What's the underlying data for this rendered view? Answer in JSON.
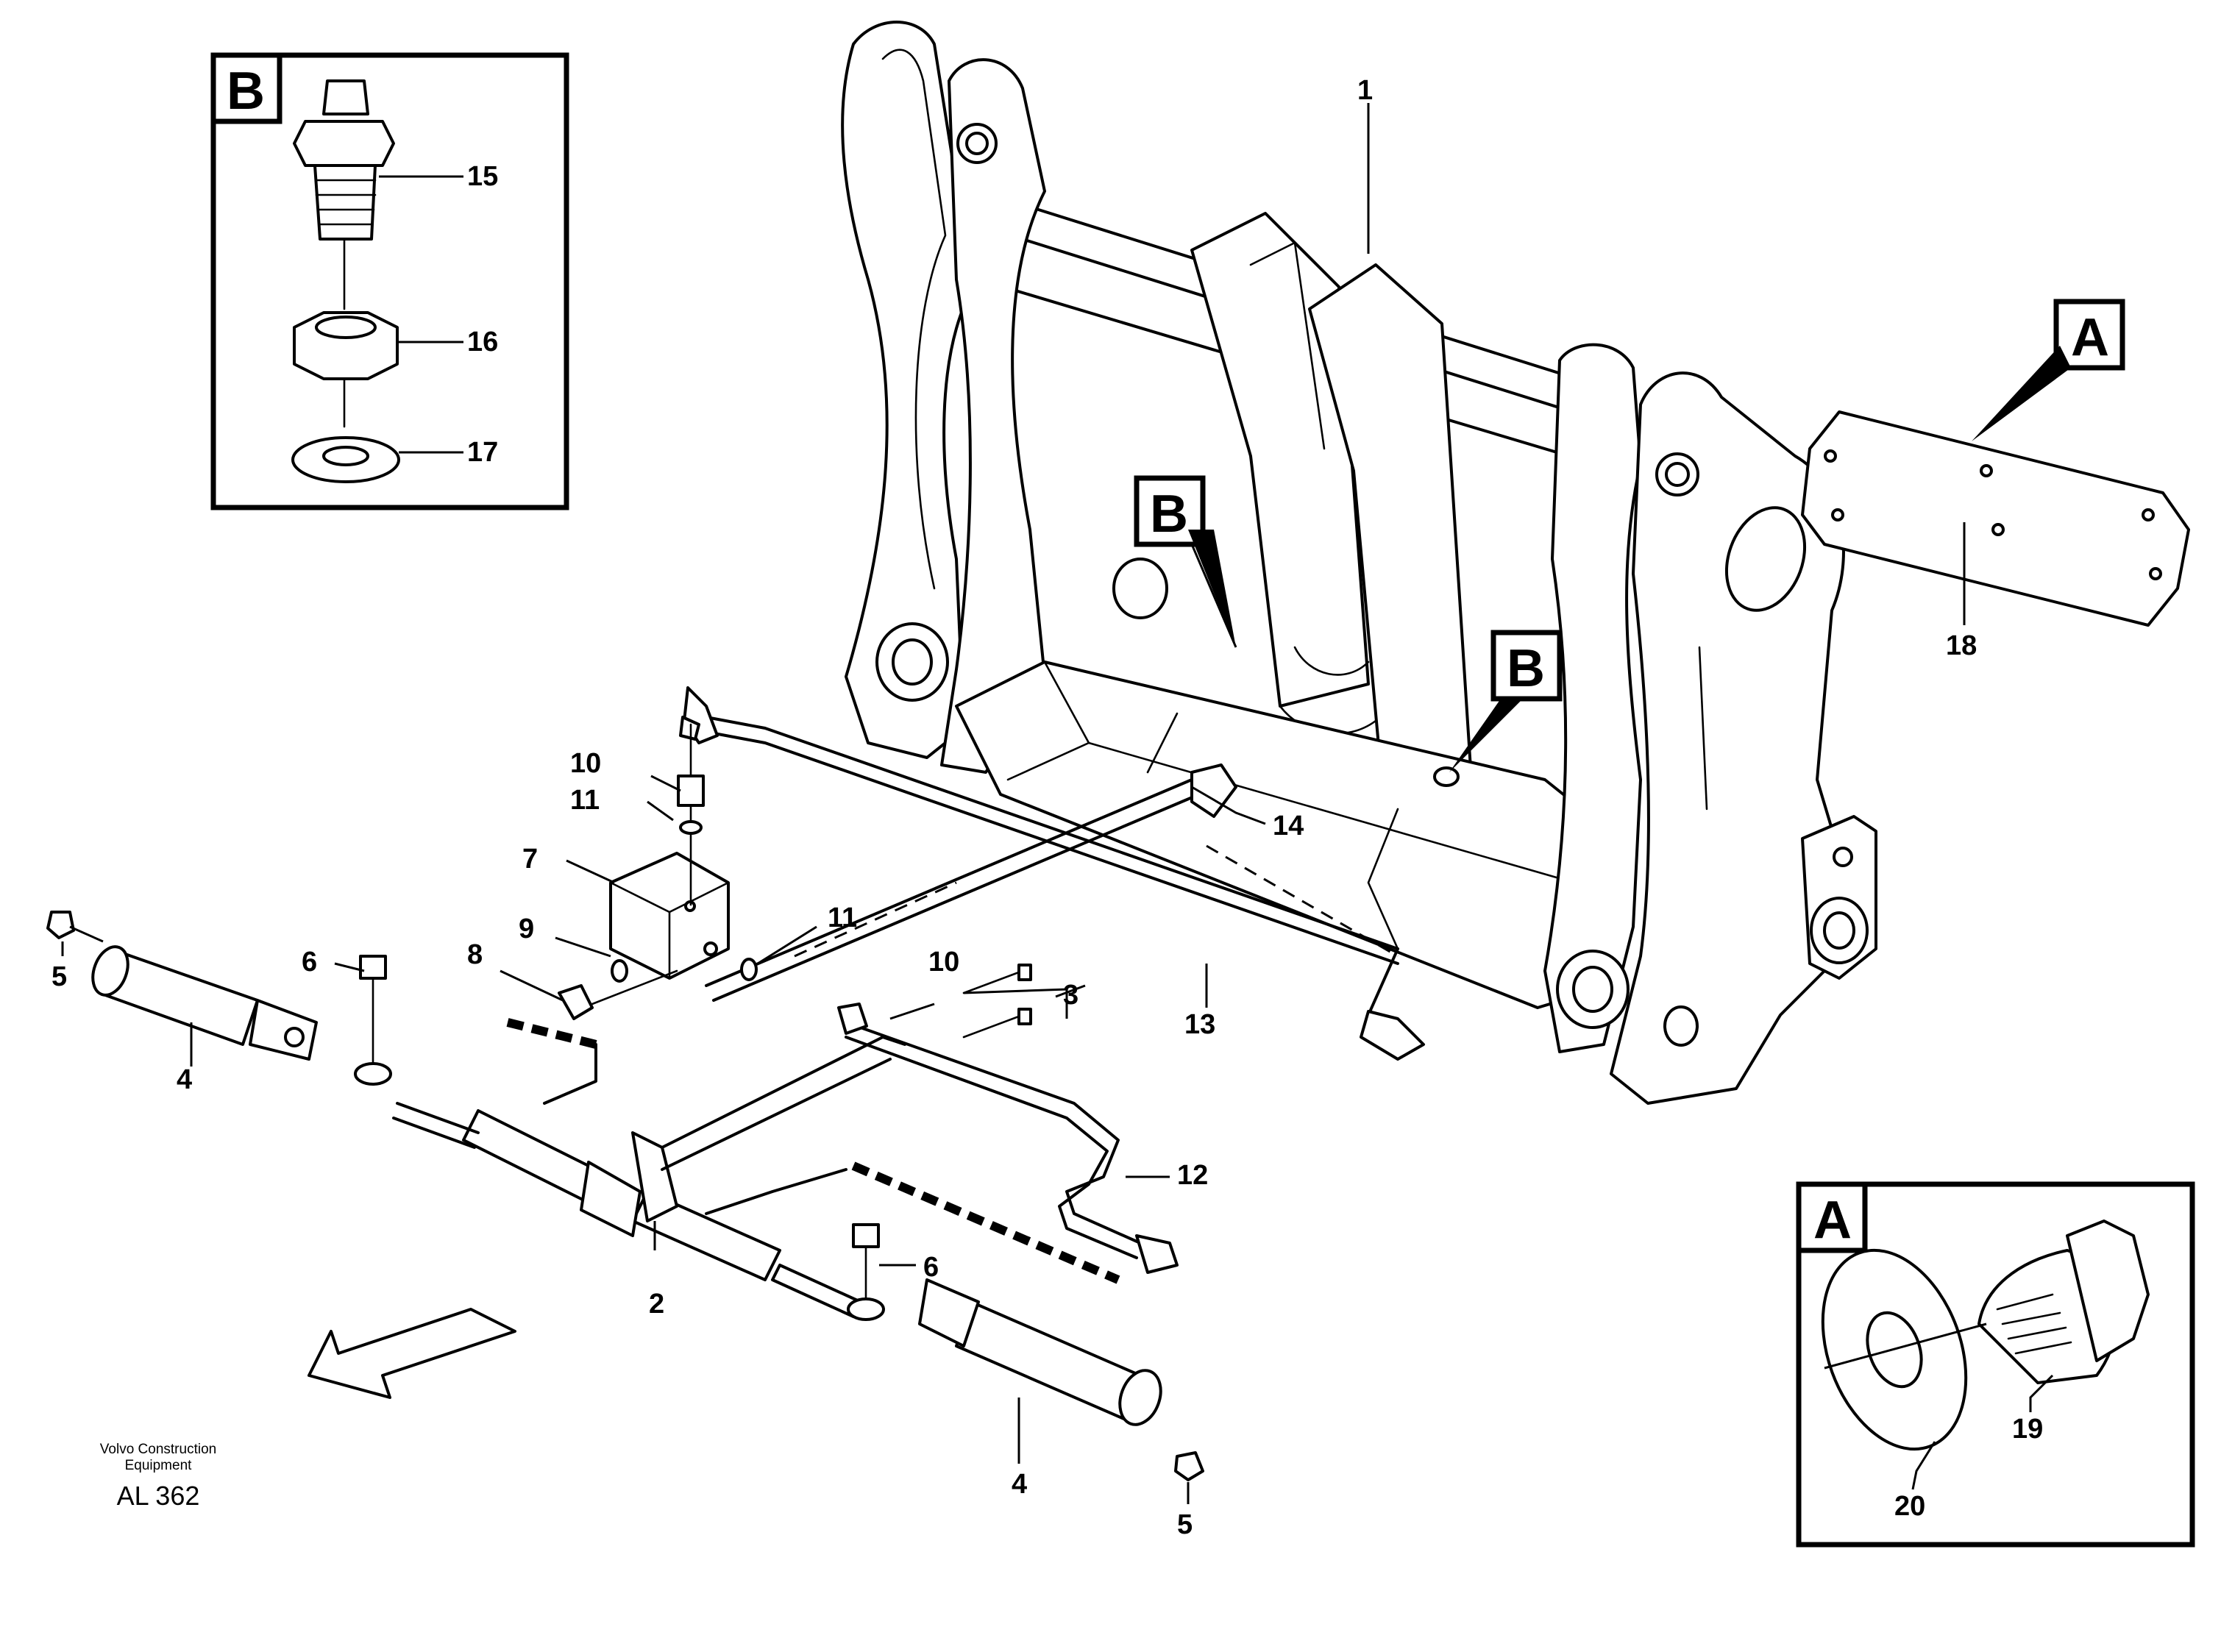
{
  "callouts": {
    "p1": "1",
    "p2": "2",
    "p3": "3",
    "p4a": "4",
    "p4b": "4",
    "p5a": "5",
    "p5b": "5",
    "p6a": "6",
    "p6b": "6",
    "p7": "7",
    "p8": "8",
    "p9": "9",
    "p10a": "10",
    "p10b": "10",
    "p11a": "11",
    "p11b": "11",
    "p12": "12",
    "p13": "13",
    "p14": "14",
    "p15": "15",
    "p16": "16",
    "p17": "17",
    "p18": "18",
    "p19": "19",
    "p20": "20"
  },
  "detail_tags": {
    "inset_b": "B",
    "inset_a": "A",
    "pointer_b1": "B",
    "pointer_b2": "B",
    "pointer_a": "A"
  },
  "footer": {
    "line1": "Volvo Construction",
    "line2": "Equipment",
    "code": "AL 362"
  }
}
